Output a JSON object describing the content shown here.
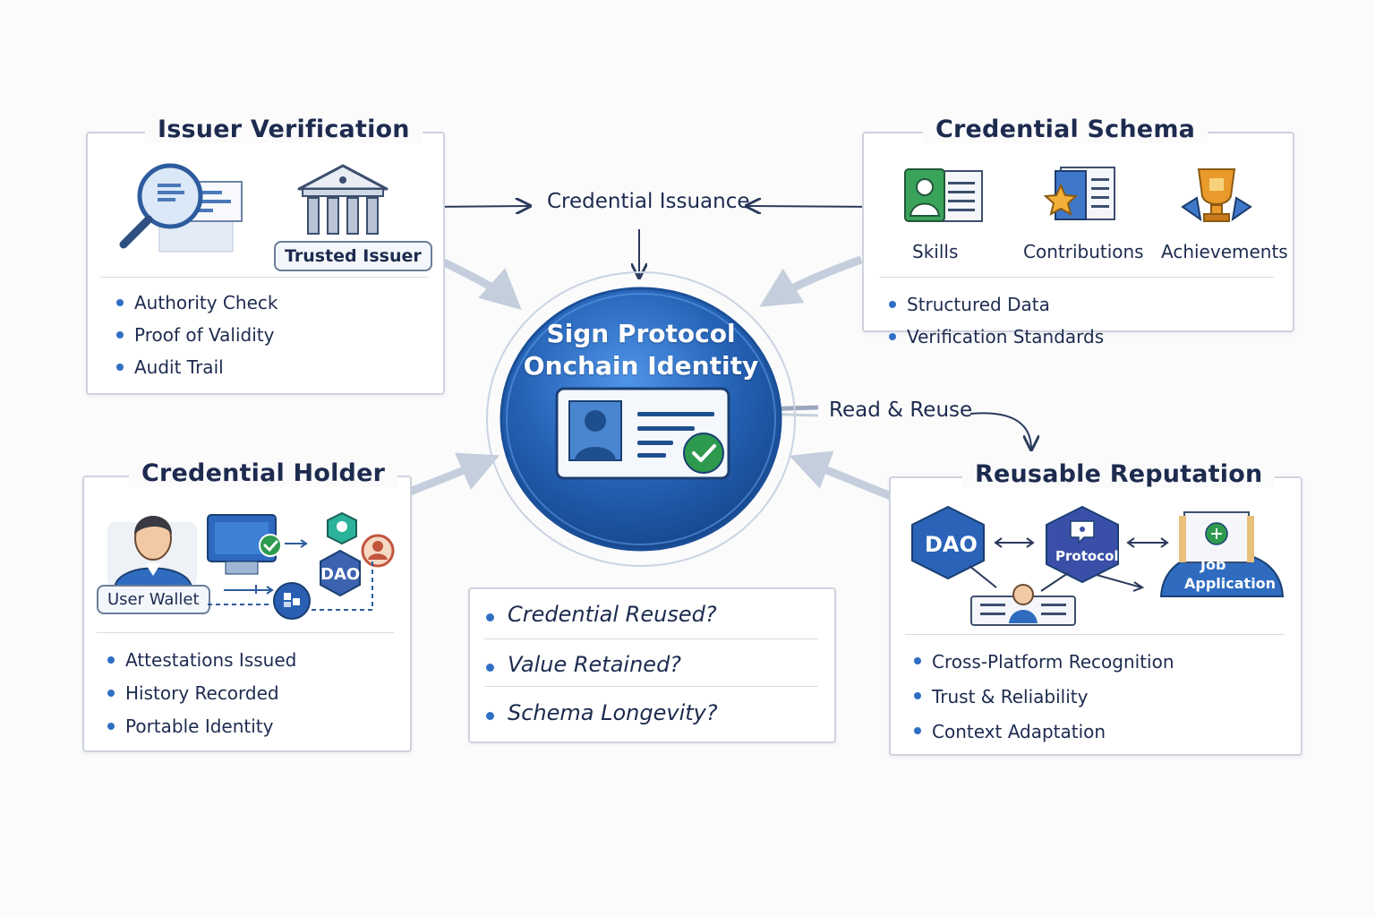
{
  "center": {
    "title_line1": "Sign Protocol",
    "title_line2": "Onchain Identity",
    "colors": {
      "hub": "#2461b5",
      "hub_light": "#3f86e0",
      "check": "#2e9a4e"
    }
  },
  "flows": {
    "issuance": "Credential Issuance",
    "reuse": "Read & Reuse"
  },
  "issuer": {
    "title": "Issuer Verification",
    "tag": "Trusted Issuer",
    "bullets": [
      "Authority Check",
      "Proof of Validity",
      "Audit Trail"
    ],
    "icons": [
      "magnifier-document-icon",
      "bank-building-icon"
    ]
  },
  "schema": {
    "title": "Credential Schema",
    "items": [
      "Skills",
      "Contributions",
      "Achievements"
    ],
    "bullets": [
      "Structured Data",
      "Verification Standards"
    ],
    "icons": [
      "profile-card-icon",
      "star-document-icon",
      "trophy-icon"
    ]
  },
  "holder": {
    "title": "Credential Holder",
    "wallet_tag": "User Wallet",
    "dao_label": "DAO",
    "bullets": [
      "Attestations Issued",
      "History Recorded",
      "Portable Identity"
    ]
  },
  "reputation": {
    "title": "Reusable Reputation",
    "dao_label": "DAO",
    "protocol_label": "Protocol",
    "job_line1": "Job",
    "job_line2": "Application",
    "bullets": [
      "Cross-Platform Recognition",
      "Trust & Reliability",
      "Context Adaptation"
    ]
  },
  "questions": [
    "Credential Reused?",
    "Value Retained?",
    "Schema Longevity?"
  ]
}
